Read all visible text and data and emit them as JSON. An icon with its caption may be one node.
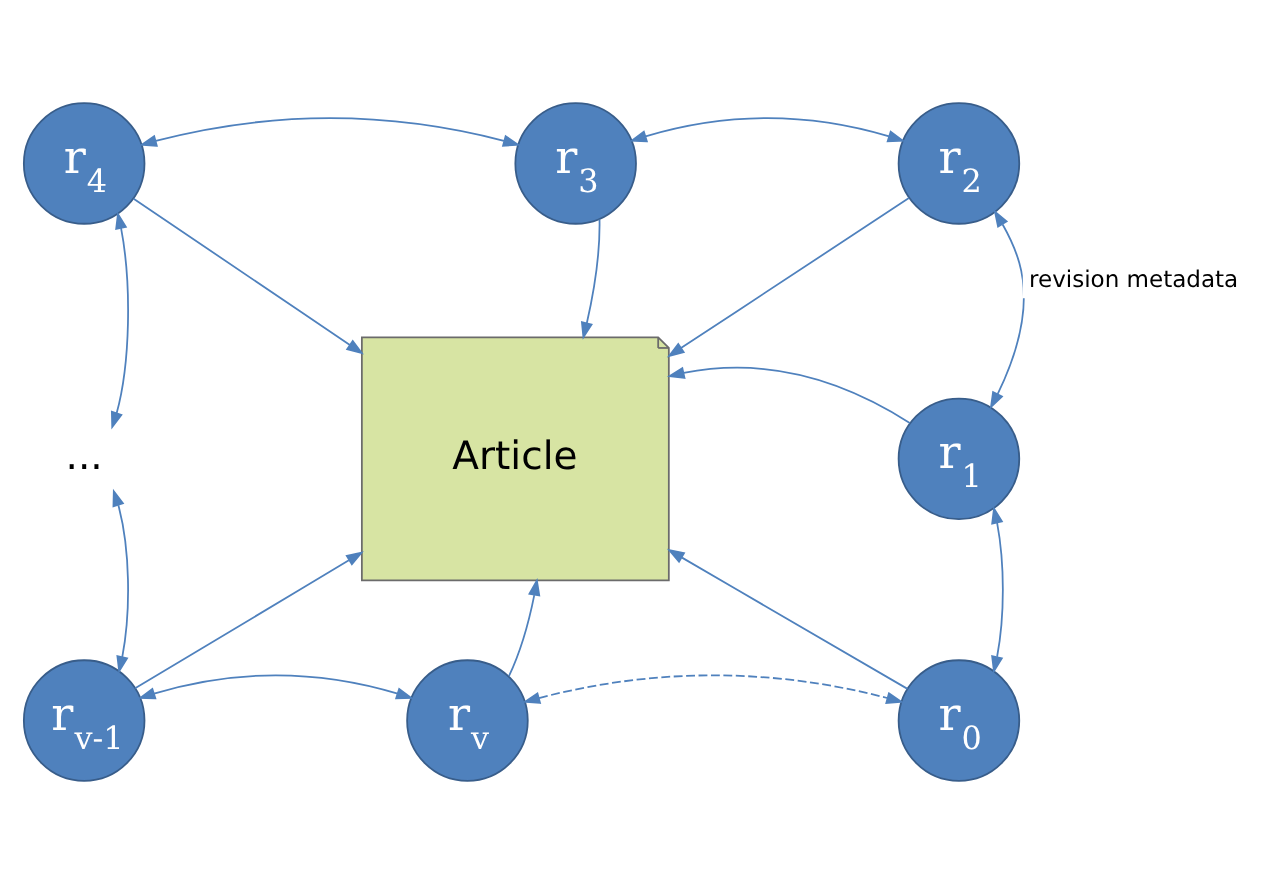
{
  "diagram": {
    "nodes": [
      {
        "text": [
          "r$_{4}$"
        ]
      },
      {
        "text": [
          "r$_{3}$"
        ]
      },
      {
        "text": [
          "r$_{2}$"
        ]
      },
      {
        "text": [
          "Article"
        ]
      },
      {
        "text": [
          "..."
        ]
      },
      {
        "text": [
          "r$_{1}$"
        ]
      },
      {
        "text": [
          "r$_{v-1}$"
        ]
      },
      {
        "text": [
          "r$_{v}$"
        ]
      },
      {
        "text": [
          "r$_{0}$"
        ]
      }
    ],
    "edges": [
      {
        "from": 0,
        "to": 1,
        "arrow": "both"
      },
      {
        "from": 1,
        "to": 2,
        "arrow": "both"
      },
      {
        "from": 0,
        "to": 3,
        "arrow": "to"
      },
      {
        "from": 1,
        "to": 3,
        "arrow": "to"
      },
      {
        "from": 2,
        "to": 3,
        "arrow": "to"
      },
      {
        "from": 2,
        "to": 5,
        "arrow": "both",
        "label": "revision metadata"
      },
      {
        "from": 5,
        "to": 3,
        "arrow": "to"
      },
      {
        "from": 0,
        "to": 4,
        "arrow": "both"
      },
      {
        "from": 4,
        "to": 6,
        "arrow": "both"
      },
      {
        "from": 6,
        "to": 3,
        "arrow": "to"
      },
      {
        "from": 6,
        "to": 7,
        "arrow": "both"
      },
      {
        "from": 7,
        "to": 3,
        "arrow": "to"
      },
      {
        "from": 7,
        "to": 8,
        "arrow": "both",
        "style": "dashed"
      },
      {
        "from": 8,
        "to": 3,
        "arrow": "to"
      },
      {
        "from": 5,
        "to": 8,
        "arrow": "both"
      }
    ]
  }
}
